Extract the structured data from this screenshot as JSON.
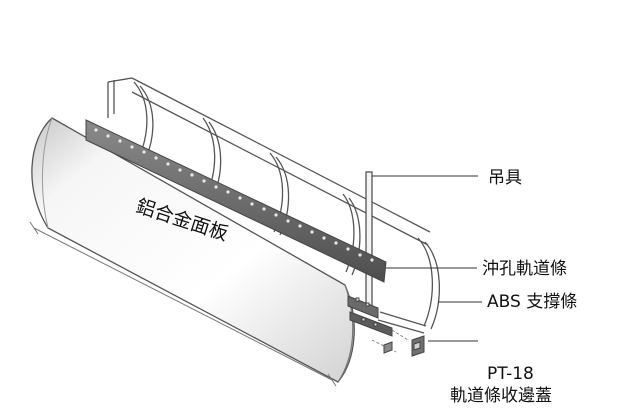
{
  "labels": {
    "panel": "鋁合金面板",
    "hanger": "吊具",
    "rail": "沖孔軌道條",
    "abs": "ABS 支撐條",
    "pt_code": "PT-18",
    "end_cap": "軌道條收邊蓋"
  },
  "colors": {
    "line": "#555555",
    "panel_light": "#fafafa",
    "panel_shade": "#c9c9c9",
    "rail": "#6e6e6e",
    "text": "#111111"
  }
}
